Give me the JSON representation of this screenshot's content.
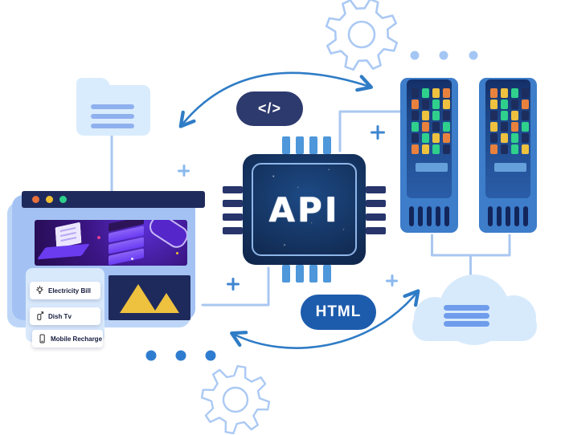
{
  "chip": {
    "label": "API"
  },
  "badges": {
    "code_label": "</>",
    "html_label": "HTML"
  },
  "browser_window": {
    "menu_items": [
      {
        "icon": "electricity-icon",
        "label": "Electricity Bill"
      },
      {
        "icon": "dish-tv-icon",
        "label": "Dish Tv"
      },
      {
        "icon": "mobile-icon",
        "label": "Mobile Recharge"
      }
    ]
  },
  "servers": {
    "left_grid": [
      [
        "navy",
        "green",
        "yellow",
        "orange"
      ],
      [
        "orange",
        "navy",
        "green",
        "yellow"
      ],
      [
        "navy",
        "yellow",
        "green",
        "navy"
      ],
      [
        "green",
        "orange",
        "navy",
        "green"
      ],
      [
        "navy",
        "green",
        "yellow",
        "orange"
      ],
      [
        "orange",
        "yellow",
        "green",
        "navy"
      ]
    ],
    "right_grid": [
      [
        "orange",
        "yellow",
        "green",
        "navy"
      ],
      [
        "yellow",
        "green",
        "navy",
        "orange"
      ],
      [
        "navy",
        "green",
        "yellow",
        "navy"
      ],
      [
        "yellow",
        "navy",
        "orange",
        "green"
      ],
      [
        "navy",
        "yellow",
        "green",
        "navy"
      ],
      [
        "orange",
        "navy",
        "green",
        "yellow"
      ]
    ]
  },
  "palette": {
    "navy": "#1f2a5c",
    "badge_navy": "#2d3a6e",
    "badge_blue": "#1d5cad",
    "arrow_blue": "#2f7cc6",
    "connector_blue": "#a9c7f0",
    "gear_blue": "#abc9f4",
    "dot_light_blue": "#a4c6f4",
    "dot_medium_blue": "#2e7cd0",
    "cloud_fill": "#d7eafc",
    "server_body": "#3d7dca",
    "mountain_yellow": "#eec13f",
    "window_dot_orange": "#e8703a",
    "window_dot_yellow": "#f0c033",
    "window_dot_green": "#2dd08a",
    "cell_navy": "#1c2d5e",
    "cell_green": "#2fd08c",
    "cell_yellow": "#eec13f",
    "cell_orange": "#e8813d"
  }
}
